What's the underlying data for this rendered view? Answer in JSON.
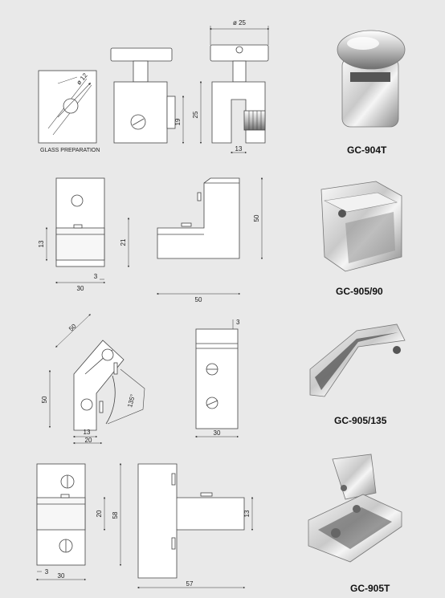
{
  "colors": {
    "background": "#e9e9e9",
    "line": "#444444",
    "fill": "#ffffff",
    "metal_light": "#f4f4f4",
    "metal_dark": "#7a7a7a"
  },
  "products": [
    {
      "code": "GC-904T",
      "note": "GLASS PREPARATION",
      "dims": {
        "head_diameter": "ø 25",
        "hole_diameter": "ø 12",
        "height": "19",
        "total_height": "25",
        "width": "13"
      }
    },
    {
      "code": "GC-905/90",
      "dims": {
        "left_offset": "13",
        "clamp_height": "21",
        "slot": "3",
        "width": "30",
        "length": "50",
        "height": "50"
      }
    },
    {
      "code": "GC-905/135",
      "dims": {
        "arm_length": "50",
        "height": "50",
        "offset": "13",
        "width": "20",
        "angle": "135°",
        "gap": "3",
        "side_width": "30"
      }
    },
    {
      "code": "GC-905T",
      "dims": {
        "clamp_height": "20",
        "total_height": "58",
        "slot": "3",
        "width": "30",
        "length": "57",
        "arm_width": "13"
      }
    }
  ]
}
